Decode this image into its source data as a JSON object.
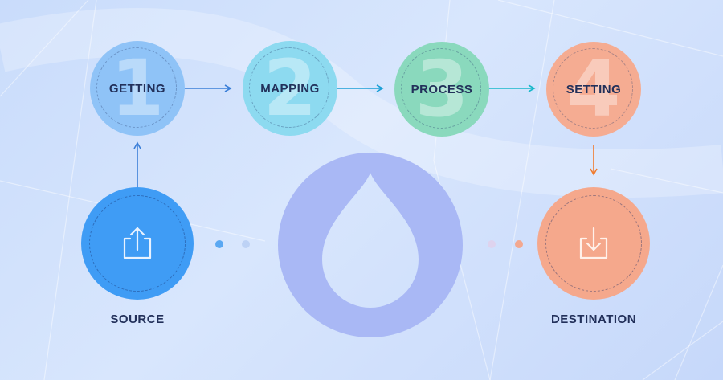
{
  "steps": [
    {
      "number": "1",
      "label": "GETTING"
    },
    {
      "number": "2",
      "label": "MAPPING"
    },
    {
      "number": "3",
      "label": "PROCESS"
    },
    {
      "number": "4",
      "label": "SETTING"
    }
  ],
  "endpoints": {
    "source": {
      "label": "SOURCE",
      "icon": "upload-icon"
    },
    "destination": {
      "label": "DESTINATION",
      "icon": "download-icon"
    }
  },
  "center": {
    "icon": "drupal-drop-logo"
  },
  "colors": {
    "step_1": "#8fc3f7",
    "step_2": "#8ddaf0",
    "step_3": "#8ad9bd",
    "step_4": "#f5ac92",
    "source": "#3f9cf5",
    "destination": "#f5a88c",
    "drop": "#a9b8f5",
    "text": "#22305a"
  }
}
